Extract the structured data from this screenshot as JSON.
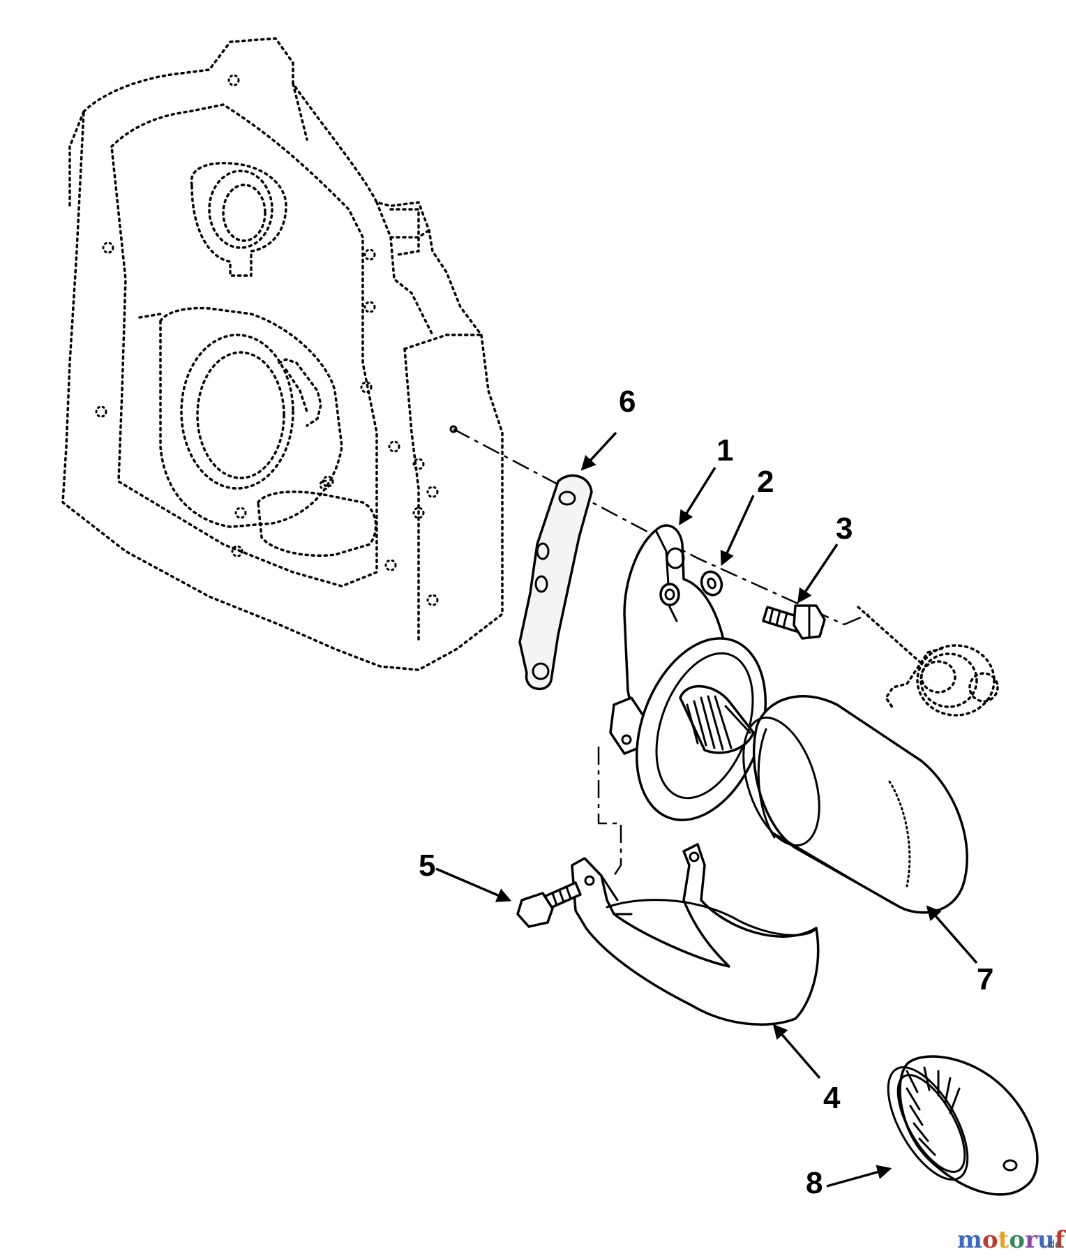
{
  "callouts": {
    "c1": "1",
    "c2": "2",
    "c3": "3",
    "c4": "4",
    "c5": "5",
    "c6": "6",
    "c7": "7",
    "c8": "8"
  },
  "watermark": {
    "letters": [
      "m",
      "o",
      "t",
      "o",
      "r",
      "u",
      "f"
    ],
    "letter_colors": [
      "#3a6bc4",
      "#c0392b",
      "#e6a21a",
      "#2e8b57",
      "#8e44ad",
      "#3a6bc4",
      "#c0392b"
    ],
    "suffix": ".de"
  },
  "colors": {
    "ink": "#000000",
    "background": "#ffffff"
  }
}
